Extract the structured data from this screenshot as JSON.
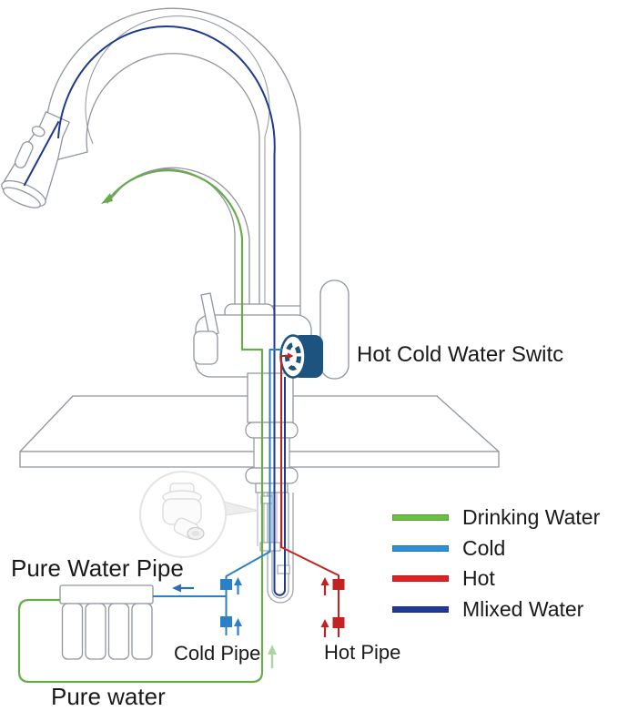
{
  "annotations": {
    "switch_label": "Hot Cold Water Switc",
    "pure_water_pipe_label": "Pure Water Pipe",
    "cold_pipe_label": "Cold Pipe",
    "hot_pipe_label": "Hot Pipe",
    "pure_water_label": "Pure water"
  },
  "legend": {
    "items": [
      {
        "label": "Drinking Water",
        "color": "#6cbf45"
      },
      {
        "label": "Cold",
        "color": "#2e90d6"
      },
      {
        "label": "Hot",
        "color": "#e02222"
      },
      {
        "label": "Mlixed Water",
        "color": "#1e3c96"
      }
    ]
  },
  "colors": {
    "outline": "#8f969e",
    "light_outline": "#d8d8d8",
    "drinking_line": "#69ab4b",
    "cold_line": "#2b80c8",
    "hot_line": "#c32222",
    "mixed_line": "#1e3a8c",
    "knob": "#1d537f",
    "pale_green": "#a9d6a2",
    "arrow_blue": "#2f6db8",
    "text": "#1a1a1a"
  }
}
